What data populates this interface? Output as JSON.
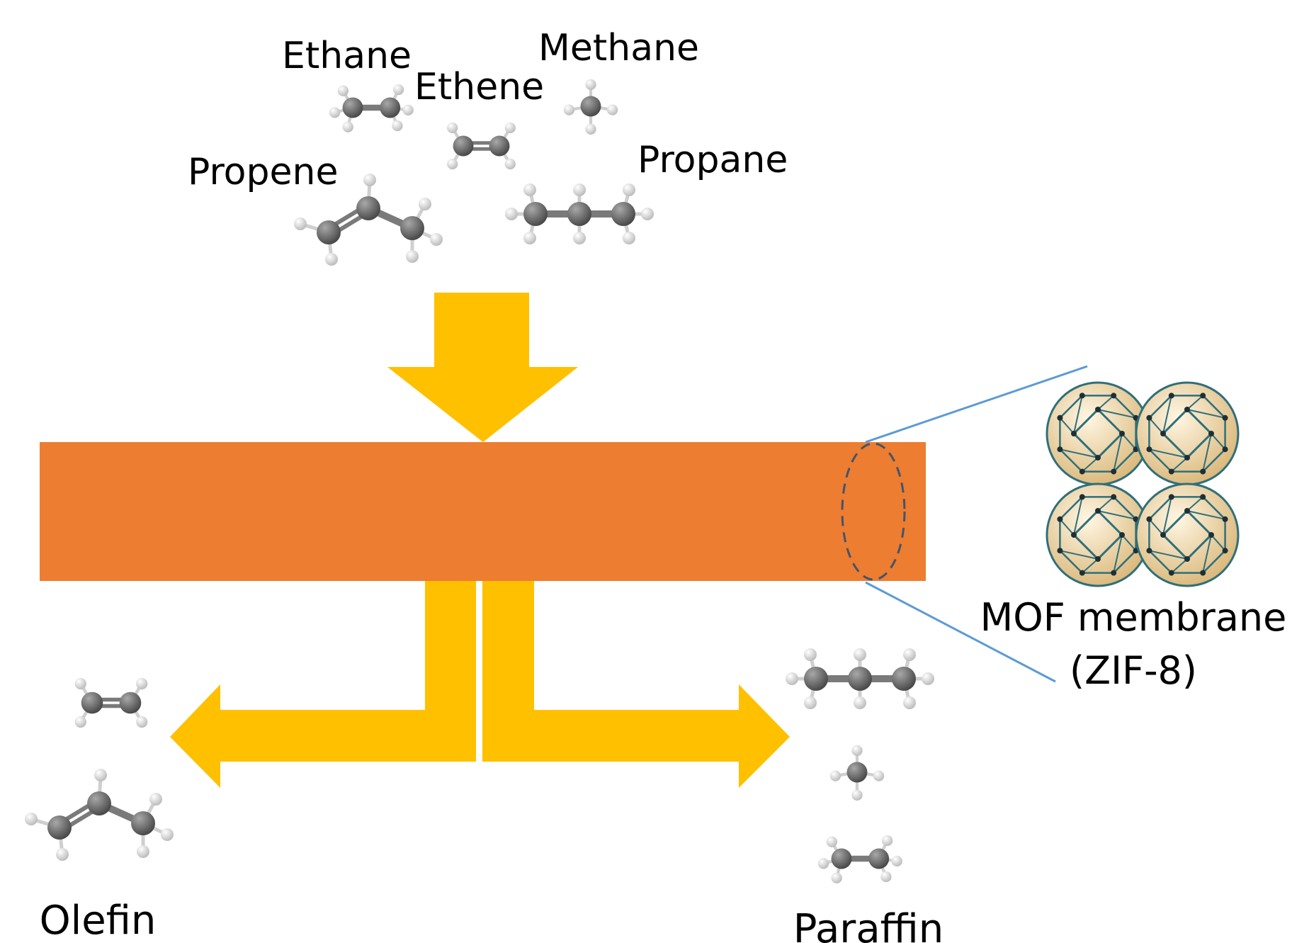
{
  "labels": {
    "ethane": "Ethane",
    "ethene": "Ethene",
    "methane": "Methane",
    "propene": "Propene",
    "propane": "Propane",
    "mof_line1": "MOF membrane",
    "mof_line2": "(ZIF-8)",
    "olefin": "Olefin",
    "paraffin": "Paraffin"
  },
  "colors": {
    "arrow": "#FFC000",
    "membrane": "#ED7D31",
    "carbon": "#686868",
    "hydrogen": "#f2f2f2",
    "zoom_line": "#5B9BD5",
    "dashed_ellipse": "#44546A",
    "cage_fill": "#f3dcae",
    "cage_edge": "#2f6f7a"
  },
  "icons": {
    "molecules": "ball-and-stick-molecule-icon",
    "mof": "zif8-sodalite-cage-icon"
  }
}
